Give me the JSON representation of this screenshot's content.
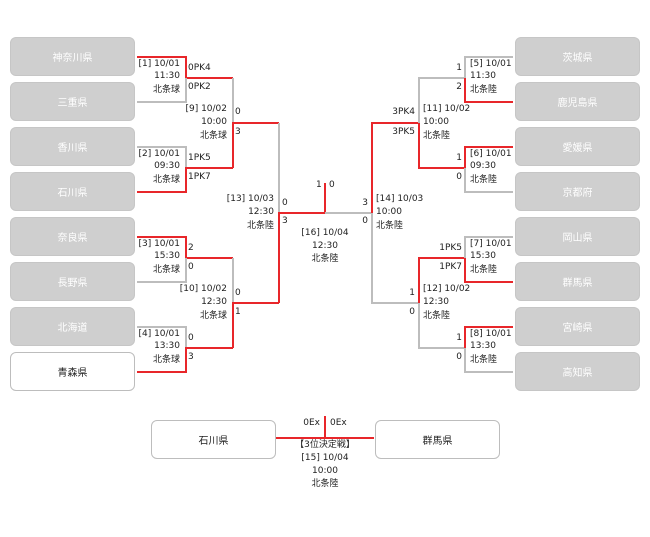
{
  "teams": [
    {
      "name": "神奈川県",
      "win": false
    },
    {
      "name": "三重県",
      "win": false
    },
    {
      "name": "香川県",
      "win": false
    },
    {
      "name": "石川県",
      "win": false
    },
    {
      "name": "奈良県",
      "win": false
    },
    {
      "name": "長野県",
      "win": false
    },
    {
      "name": "北海道",
      "win": false
    },
    {
      "name": "青森県",
      "win": true
    },
    {
      "name": "茨城県",
      "win": false
    },
    {
      "name": "鹿児島県",
      "win": false
    },
    {
      "name": "愛媛県",
      "win": false
    },
    {
      "name": "京都府",
      "win": false
    },
    {
      "name": "岡山県",
      "win": false
    },
    {
      "name": "群馬県",
      "win": false
    },
    {
      "name": "宮崎県",
      "win": false
    },
    {
      "name": "高知県",
      "win": false
    },
    {
      "name": "石川県",
      "win": true
    },
    {
      "name": "群馬県",
      "win": true
    }
  ],
  "matches": {
    "m1": {
      "id": "[1] 10/01",
      "time": "11:30",
      "venue": "北条球",
      "s1": "0PK4",
      "s2": "0PK2"
    },
    "m2": {
      "id": "[2] 10/01",
      "time": "09:30",
      "venue": "北条球",
      "s1": "1PK5",
      "s2": "1PK7"
    },
    "m3": {
      "id": "[3] 10/01",
      "time": "15:30",
      "venue": "北条球",
      "s1": "2",
      "s2": "0"
    },
    "m4": {
      "id": "[4] 10/01",
      "time": "13:30",
      "venue": "北条球",
      "s1": "0",
      "s2": "3"
    },
    "m5": {
      "id": "[5] 10/01",
      "time": "11:30",
      "venue": "北条陸",
      "s1": "1",
      "s2": "2"
    },
    "m6": {
      "id": "[6] 10/01",
      "time": "09:30",
      "venue": "北条陸",
      "s1": "1",
      "s2": "0"
    },
    "m7": {
      "id": "[7] 10/01",
      "time": "15:30",
      "venue": "北条陸",
      "s1": "1PK5",
      "s2": "1PK7"
    },
    "m8": {
      "id": "[8] 10/01",
      "time": "13:30",
      "venue": "北条陸",
      "s1": "1",
      "s2": "0"
    },
    "m9": {
      "id": "[9] 10/02",
      "time": "10:00",
      "venue": "北条球",
      "s1": "0",
      "s2": "3"
    },
    "m10": {
      "id": "[10] 10/02",
      "time": "12:30",
      "venue": "北条球",
      "s1": "0",
      "s2": "1"
    },
    "m11": {
      "id": "[11] 10/02",
      "time": "10:00",
      "venue": "北条陸",
      "s1": "3PK4",
      "s2": "3PK5"
    },
    "m12": {
      "id": "[12] 10/02",
      "time": "12:30",
      "venue": "北条陸",
      "s1": "1",
      "s2": "0"
    },
    "m13": {
      "id": "[13] 10/03",
      "time": "12:30",
      "venue": "北条陸",
      "s1": "0",
      "s2": "3"
    },
    "m14": {
      "id": "[14] 10/03",
      "time": "10:00",
      "venue": "北条陸",
      "s1": "3",
      "s2": "0"
    },
    "m16": {
      "id": "[16] 10/04",
      "time": "12:30",
      "venue": "北条陸",
      "s1": "1",
      "s2": "0"
    },
    "m15": {
      "label": "【3位決定戦】",
      "id": "[15] 10/04",
      "time": "10:00",
      "venue": "北条陸",
      "s1": "0Ex",
      "s2": "0Ex"
    }
  },
  "colors": {
    "win_line": "#e8262a",
    "line": "#bdbdbd",
    "team_fill": "#cfcfcf"
  }
}
